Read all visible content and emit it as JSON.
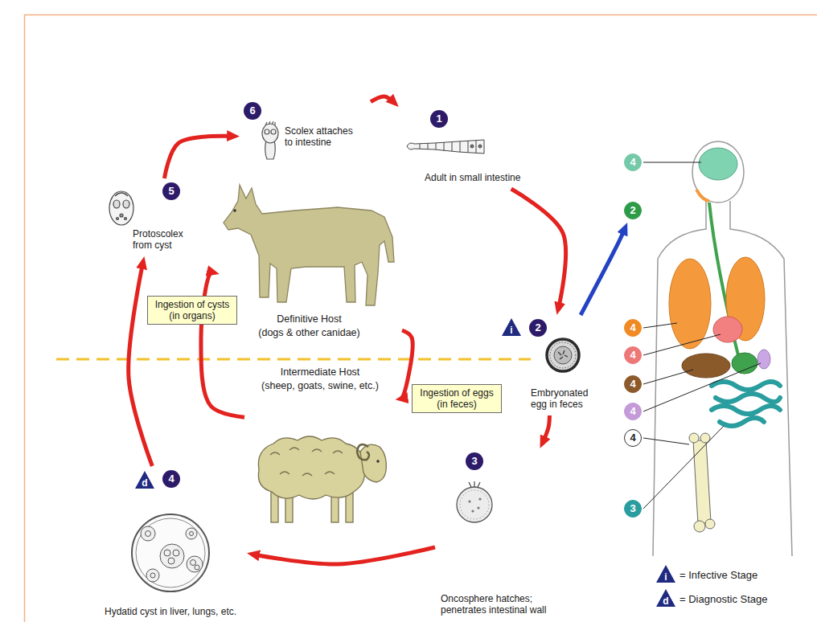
{
  "diagram": {
    "nodes": [
      {
        "text": [
          "6",
          "Scolex attaches to intestine"
        ]
      },
      {
        "text": [
          "1",
          "Adult in small intestine"
        ]
      },
      {
        "text": [
          "5",
          "Protoscolex from cyst"
        ]
      },
      {
        "text": [
          "Definitive Host",
          "(dogs & other canidae)"
        ]
      },
      {
        "text": [
          "Ingestion of cysts (in organs)"
        ]
      },
      {
        "text": [
          "i",
          "2",
          "Embryonated egg in feces"
        ]
      },
      {
        "text": [
          "Intermediate Host",
          "(sheep, goats, swine, etc.)"
        ]
      },
      {
        "text": [
          "Ingestion of eggs (in feces)"
        ]
      },
      {
        "text": [
          "d",
          "4",
          "Hydatid cyst in liver, lungs, etc."
        ]
      },
      {
        "text": [
          "3",
          "Oncosphere hatches; penetrates intestinal wall"
        ]
      },
      {
        "text": [
          "4"
        ]
      },
      {
        "text": [
          "2"
        ]
      },
      {
        "text": [
          "4"
        ]
      },
      {
        "text": [
          "4"
        ]
      },
      {
        "text": [
          "4"
        ]
      },
      {
        "text": [
          "4"
        ]
      },
      {
        "text": [
          "4"
        ]
      },
      {
        "text": [
          "3"
        ]
      }
    ],
    "edges": [
      {
        "from": 0,
        "to": 1,
        "arrow": "to"
      },
      {
        "from": 1,
        "to": 5,
        "arrow": "to"
      },
      {
        "from": 5,
        "to": 9,
        "arrow": "to"
      },
      {
        "from": 9,
        "to": 8,
        "arrow": "to"
      },
      {
        "from": 8,
        "to": 2,
        "arrow": "to"
      },
      {
        "from": 2,
        "to": 0,
        "arrow": "to"
      },
      {
        "from": 3,
        "to": 6,
        "arrow": "to"
      },
      {
        "from": 6,
        "to": 3,
        "arrow": "to"
      },
      {
        "from": 5,
        "to": 11,
        "arrow": "to"
      }
    ],
    "labels": [
      "i",
      "d"
    ],
    "legend": [
      {
        "text": "= Infective Stage"
      },
      {
        "text": "= Diagnostic Stage"
      }
    ]
  }
}
